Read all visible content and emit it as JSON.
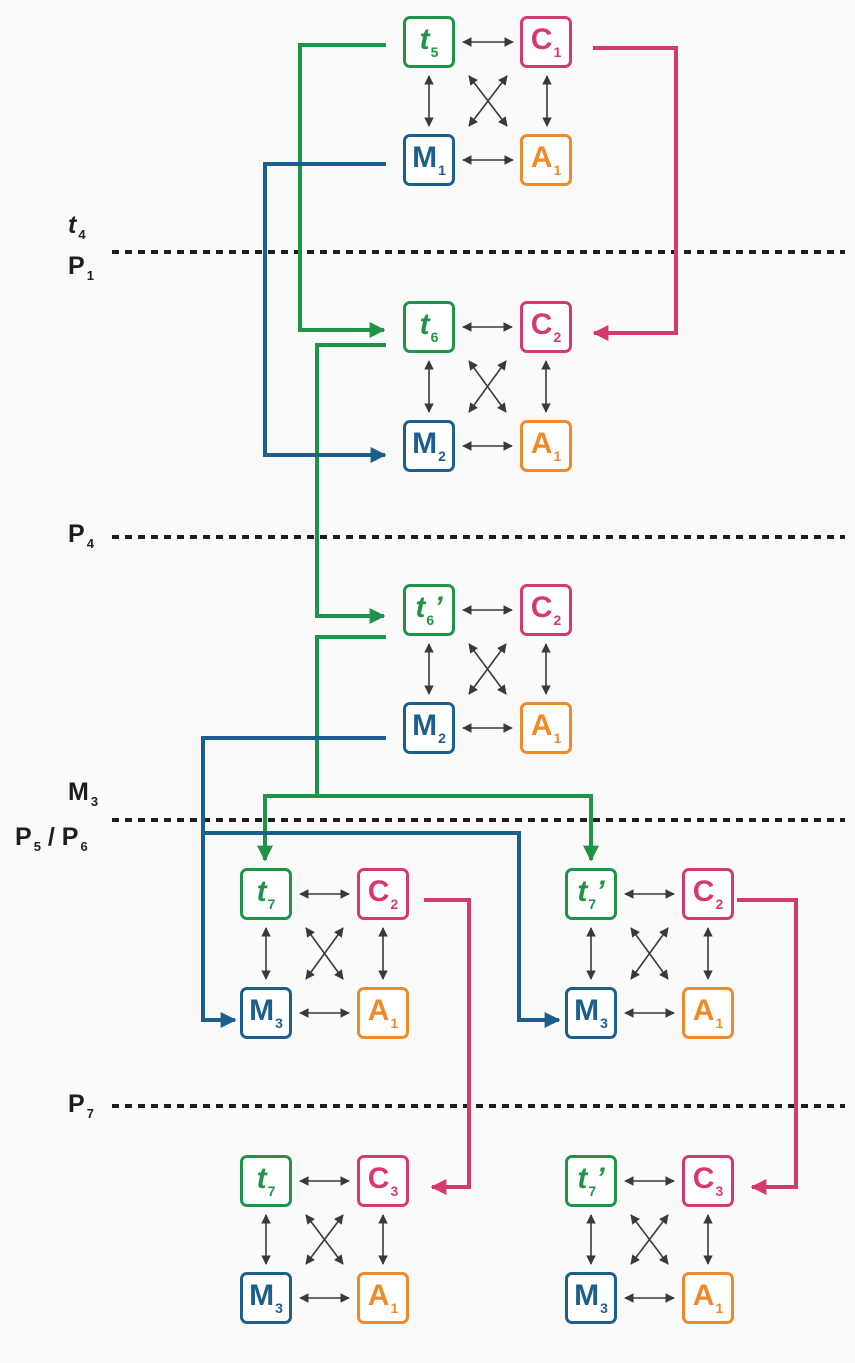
{
  "colors": {
    "t": "#1f9448",
    "c": "#d63a6b",
    "m": "#1c5f8d",
    "a": "#ee8a2c",
    "line": "#1e1e1e"
  },
  "phase_labels": {
    "t4": {
      "main": "t",
      "sub": "4"
    },
    "p1": {
      "main": "P",
      "sub": "1"
    },
    "p4": {
      "main": "P",
      "sub": "4"
    },
    "m3": {
      "main": "M",
      "sub": "3"
    },
    "p5p6": {
      "main1": "P",
      "sub1": "5",
      "sep": " / ",
      "main2": "P",
      "sub2": "6"
    },
    "p7": {
      "main": "P",
      "sub": "7"
    }
  },
  "groups": [
    {
      "t": {
        "main": "t",
        "sub": "5",
        "prime": ""
      },
      "c": {
        "main": "C",
        "sub": "1"
      },
      "m": {
        "main": "M",
        "sub": "1"
      },
      "a": {
        "main": "A",
        "sub": "1"
      }
    },
    {
      "t": {
        "main": "t",
        "sub": "6",
        "prime": ""
      },
      "c": {
        "main": "C",
        "sub": "2"
      },
      "m": {
        "main": "M",
        "sub": "2"
      },
      "a": {
        "main": "A",
        "sub": "1"
      }
    },
    {
      "t": {
        "main": "t",
        "sub": "6",
        "prime": "’"
      },
      "c": {
        "main": "C",
        "sub": "2"
      },
      "m": {
        "main": "M",
        "sub": "2"
      },
      "a": {
        "main": "A",
        "sub": "1"
      }
    },
    {
      "t": {
        "main": "t",
        "sub": "7",
        "prime": ""
      },
      "c": {
        "main": "C",
        "sub": "2"
      },
      "m": {
        "main": "M",
        "sub": "3"
      },
      "a": {
        "main": "A",
        "sub": "1"
      }
    },
    {
      "t": {
        "main": "t",
        "sub": "7",
        "prime": "’"
      },
      "c": {
        "main": "C",
        "sub": "2"
      },
      "m": {
        "main": "M",
        "sub": "3"
      },
      "a": {
        "main": "A",
        "sub": "1"
      }
    },
    {
      "t": {
        "main": "t",
        "sub": "7",
        "prime": ""
      },
      "c": {
        "main": "C",
        "sub": "3"
      },
      "m": {
        "main": "M",
        "sub": "3"
      },
      "a": {
        "main": "A",
        "sub": "1"
      }
    },
    {
      "t": {
        "main": "t",
        "sub": "7",
        "prime": "’"
      },
      "c": {
        "main": "C",
        "sub": "3"
      },
      "m": {
        "main": "M",
        "sub": "3"
      },
      "a": {
        "main": "A",
        "sub": "1"
      }
    }
  ]
}
